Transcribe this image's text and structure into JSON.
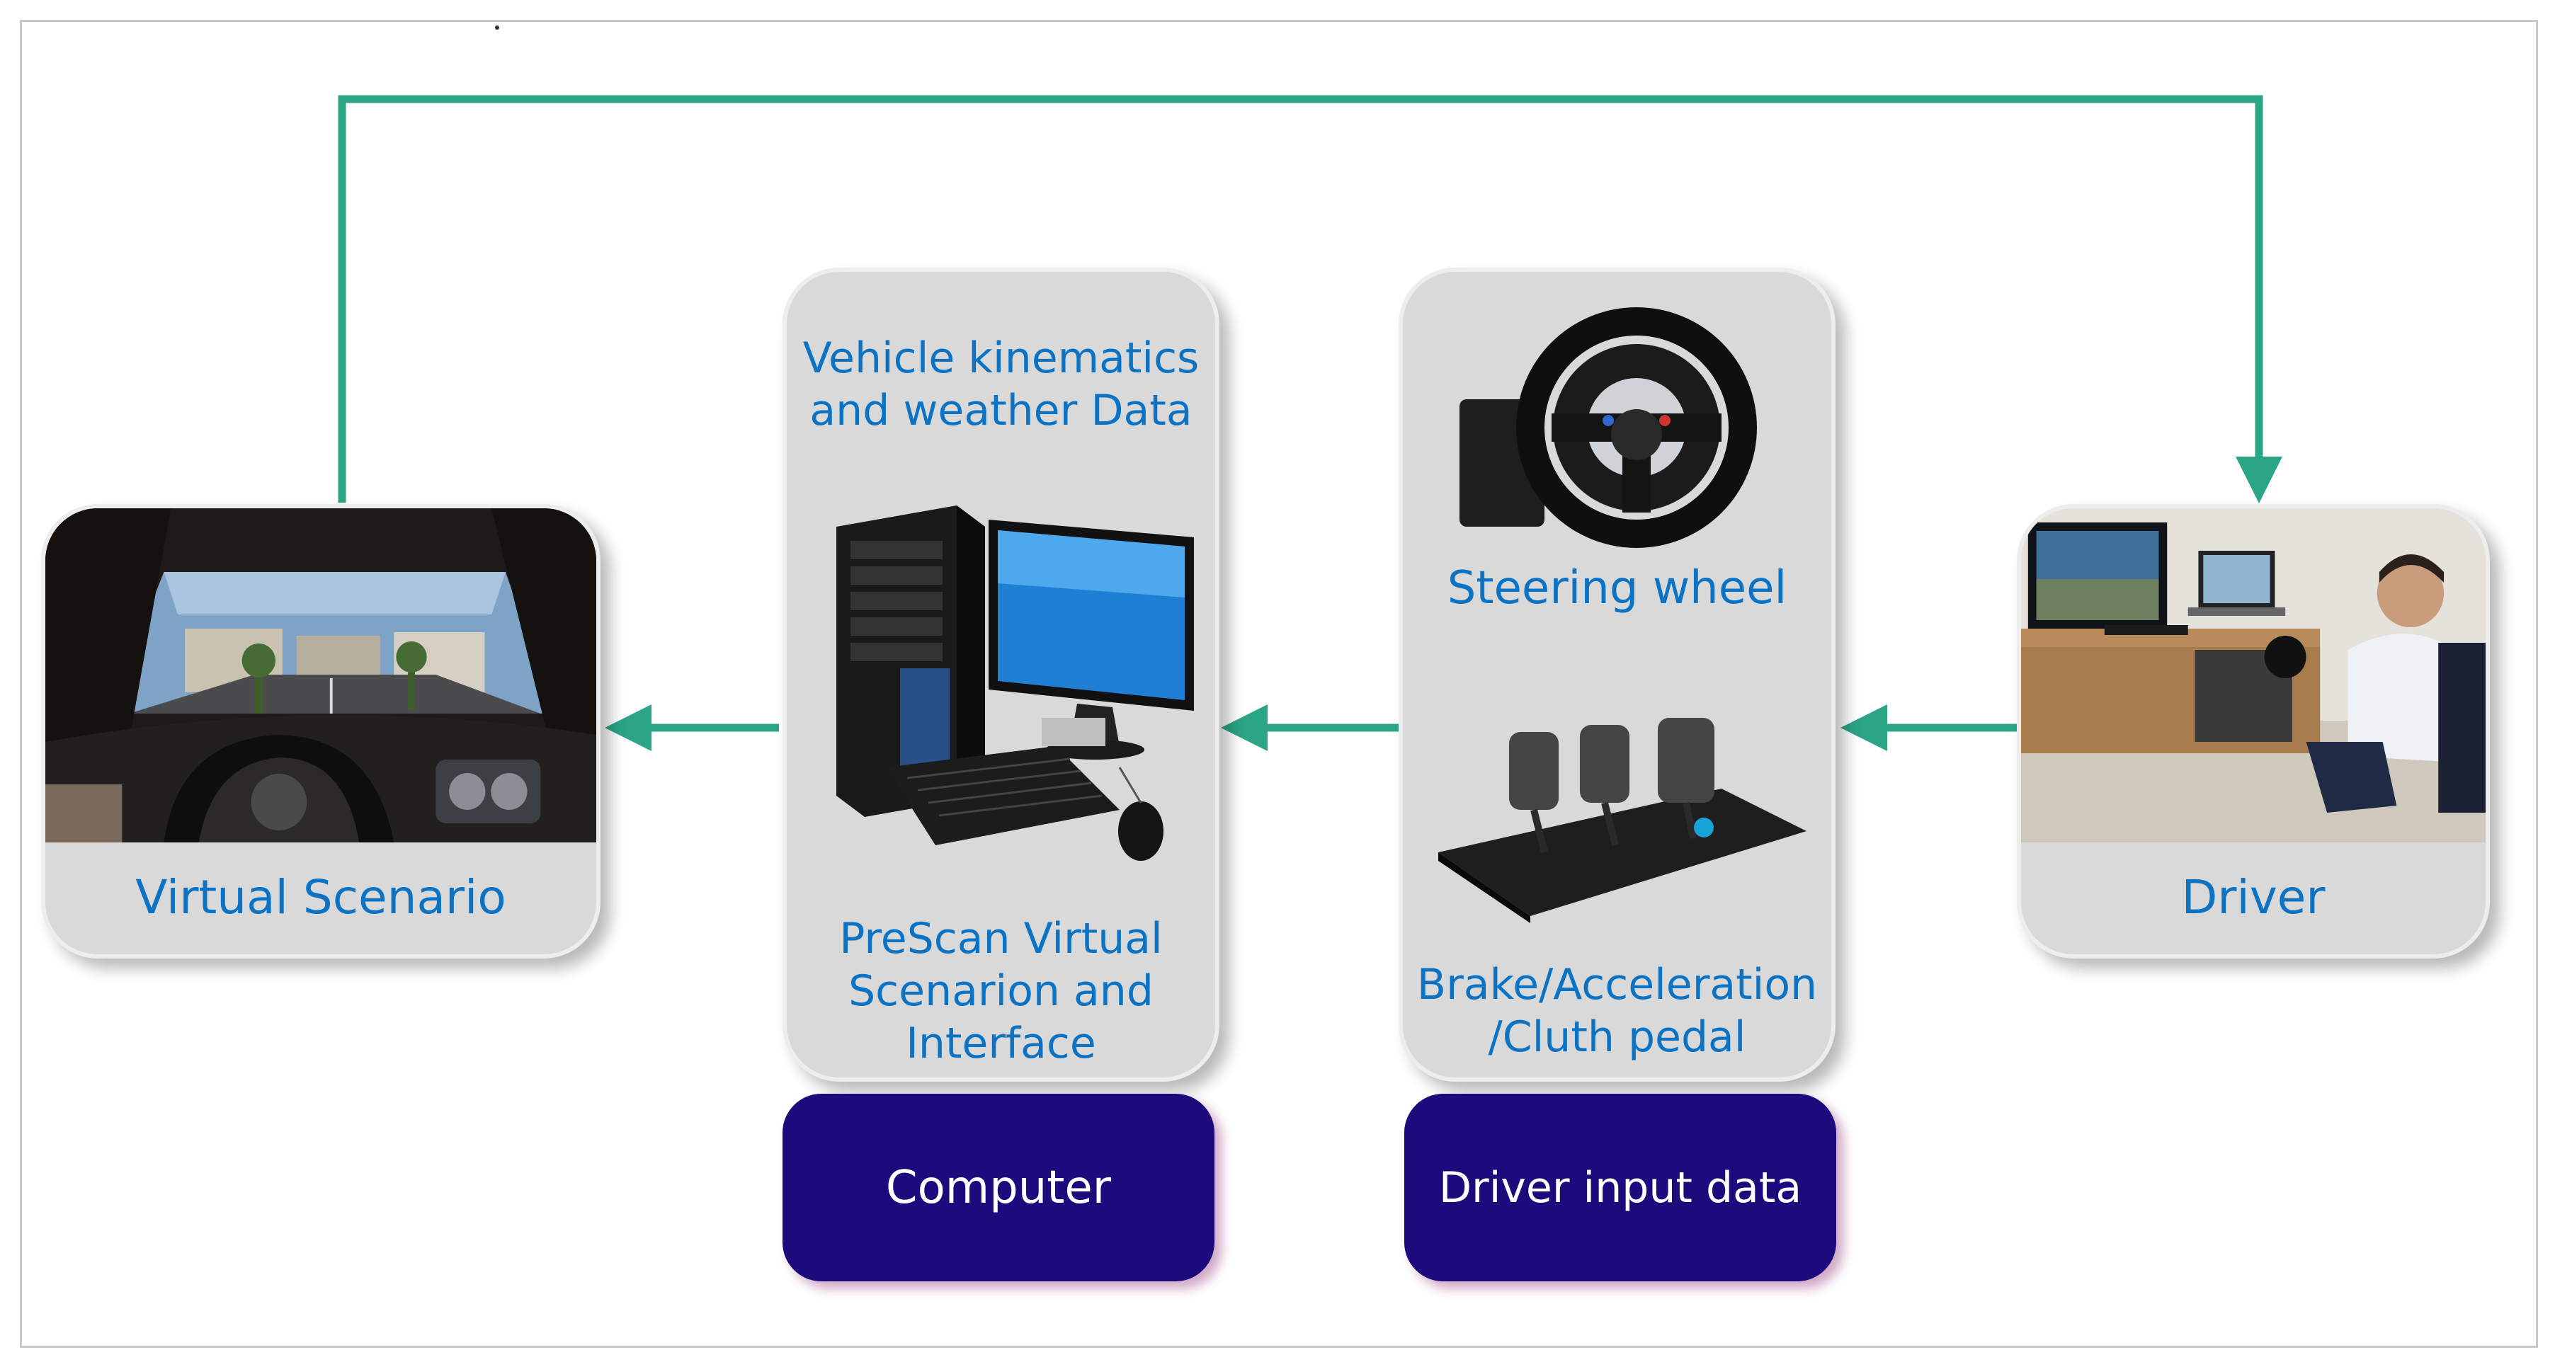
{
  "nodes": {
    "virtual_scenario": {
      "label": "Virtual Scenario"
    },
    "computer": {
      "top_caption": [
        "Vehicle kinematics",
        "and weather Data"
      ],
      "bottom_caption": [
        "PreScan Virtual",
        "Scenarion and",
        "Interface"
      ],
      "tag": "Computer"
    },
    "driver_input": {
      "top_caption": [
        "Steering wheel"
      ],
      "bottom_caption": [
        "Brake/Acceleration",
        "/Cluth pedal"
      ],
      "tag": "Driver input data"
    },
    "driver": {
      "label": "Driver"
    }
  },
  "edges": [
    {
      "from": "driver",
      "to": "driver_input"
    },
    {
      "from": "driver_input",
      "to": "computer"
    },
    {
      "from": "computer",
      "to": "virtual_scenario"
    },
    {
      "from": "virtual_scenario",
      "to": "driver"
    }
  ],
  "colors": {
    "arrow": "#2aa585",
    "label_text": "#0b72c4",
    "tag_background": "#1d0a7c",
    "card_background": "#d9d9d9"
  }
}
